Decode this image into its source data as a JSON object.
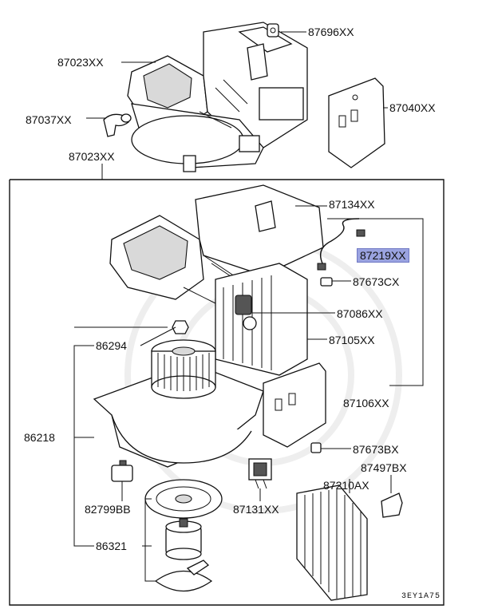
{
  "diagram": {
    "parts": [
      {
        "number": "87696XX"
      },
      {
        "number": "87023XX"
      },
      {
        "number": "87037XX"
      },
      {
        "number": "87040XX"
      },
      {
        "number": "87023XX"
      },
      {
        "number": "87134XX"
      },
      {
        "number": "87219XX",
        "highlighted": true
      },
      {
        "number": "87673CX"
      },
      {
        "number": "87086XX"
      },
      {
        "number": "86294"
      },
      {
        "number": "87105XX"
      },
      {
        "number": "87106XX"
      },
      {
        "number": "86218"
      },
      {
        "number": "87673BX"
      },
      {
        "number": "87497BX"
      },
      {
        "number": "82799BB"
      },
      {
        "number": "87131XX"
      },
      {
        "number": "87210AX"
      },
      {
        "number": "86321"
      }
    ],
    "code": "3EY1A75",
    "highlight_color": "#9aa3e0"
  }
}
